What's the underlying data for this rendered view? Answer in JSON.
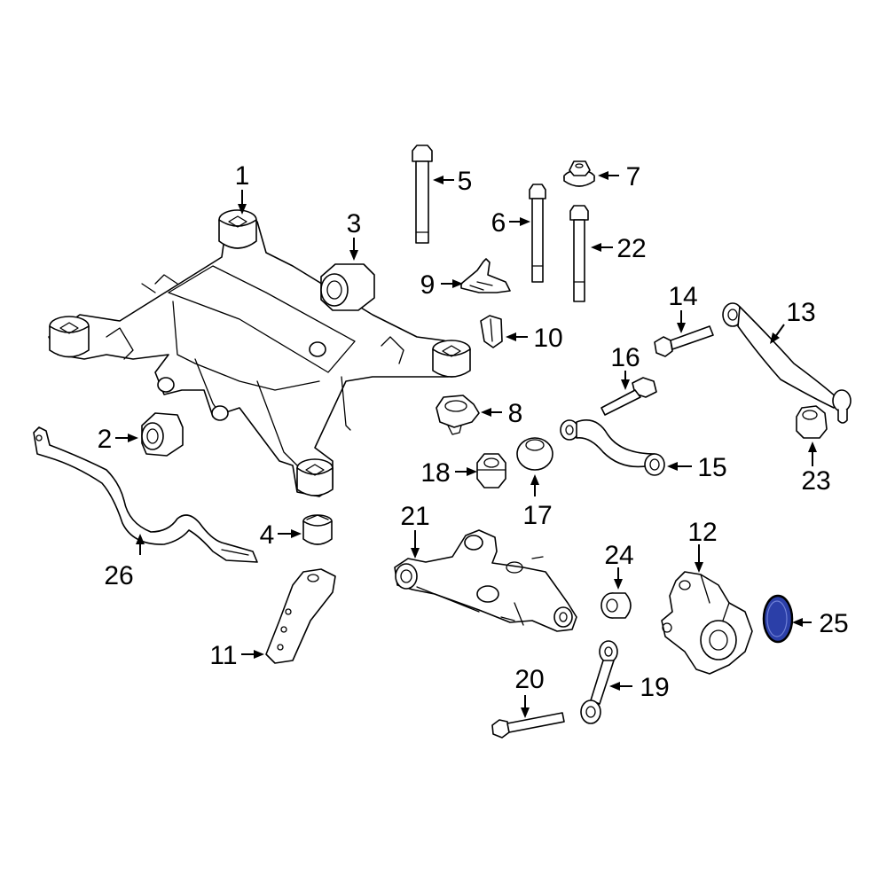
{
  "colors": {
    "line": "#000000",
    "background": "#ffffff",
    "highlight_fill": "#2b3fa8",
    "highlight_stroke": "#000000"
  },
  "callouts": [
    {
      "part": "subframe",
      "label": "1"
    },
    {
      "part": "subframe-bushing-front",
      "label": "2"
    },
    {
      "part": "subframe-bushing-rear",
      "label": "3"
    },
    {
      "part": "bushing-small",
      "label": "4"
    },
    {
      "part": "bolt-long",
      "label": "5"
    },
    {
      "part": "bolt-medium",
      "label": "6"
    },
    {
      "part": "flange-nut",
      "label": "7"
    },
    {
      "part": "mount",
      "label": "8"
    },
    {
      "part": "bracket",
      "label": "9"
    },
    {
      "part": "clip",
      "label": "10"
    },
    {
      "part": "plate-bracket",
      "label": "11"
    },
    {
      "part": "knuckle",
      "label": "12"
    },
    {
      "part": "upper-control-arm",
      "label": "13"
    },
    {
      "part": "bolt-upper",
      "label": "14"
    },
    {
      "part": "lateral-arm",
      "label": "15"
    },
    {
      "part": "bolt-arm",
      "label": "16"
    },
    {
      "part": "bushing-round",
      "label": "17"
    },
    {
      "part": "nut",
      "label": "18"
    },
    {
      "part": "end-link",
      "label": "19"
    },
    {
      "part": "bolt-lower",
      "label": "20"
    },
    {
      "part": "lower-control-arm",
      "label": "21"
    },
    {
      "part": "bolt-long-right",
      "label": "22"
    },
    {
      "part": "nut-right",
      "label": "23"
    },
    {
      "part": "bushing-cylinder",
      "label": "24"
    },
    {
      "part": "seal-ring",
      "label": "25"
    },
    {
      "part": "stabilizer-bar",
      "label": "26"
    }
  ]
}
